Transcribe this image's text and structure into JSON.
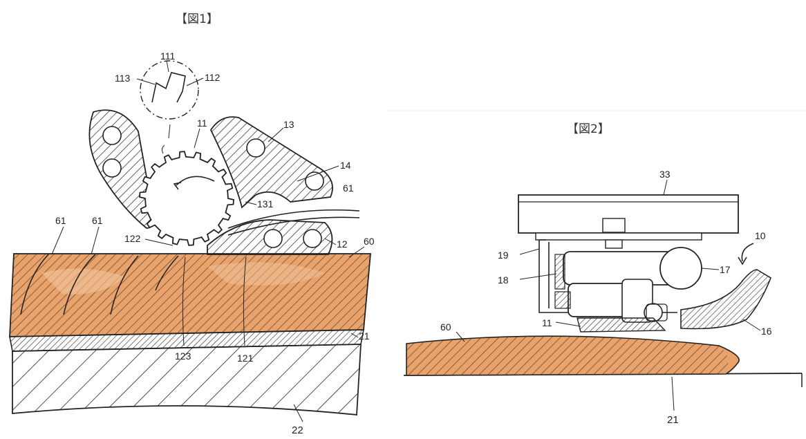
{
  "figure1": {
    "title": "【図1】",
    "labels": {
      "l111": "111",
      "l113": "113",
      "l112": "112",
      "l11": "11",
      "l13": "13",
      "l14": "14",
      "l61a": "61",
      "l131": "131",
      "l12": "12",
      "l60": "60",
      "l61b": "61",
      "l61c": "61",
      "l122": "122",
      "l21": "21",
      "l123": "123",
      "l121": "121",
      "l22": "22"
    }
  },
  "figure2": {
    "title": "【図2】",
    "labels": {
      "l33": "33",
      "l10": "10",
      "l19": "19",
      "l17": "17",
      "l18": "18",
      "l60": "60",
      "l11": "11",
      "l16": "16",
      "l21": "21"
    }
  },
  "colors": {
    "tread": "#e9a36a",
    "tread_light": "#f2c49b",
    "line": "#222222",
    "background": "#ffffff"
  }
}
